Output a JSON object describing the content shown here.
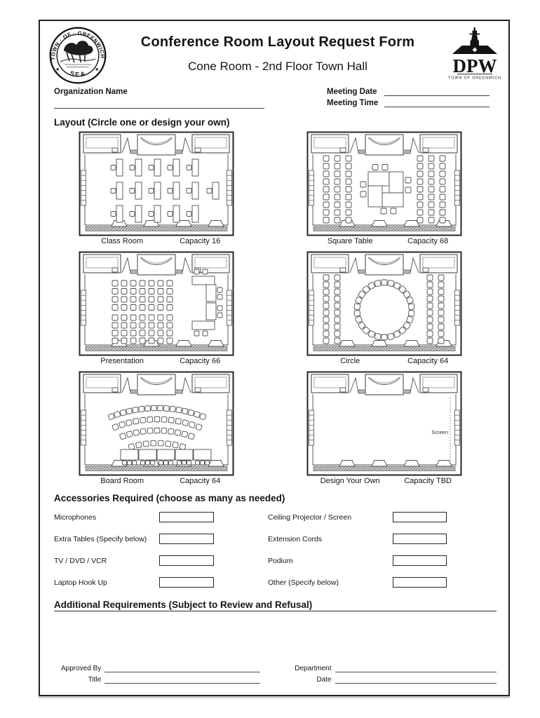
{
  "header": {
    "title": "Conference Room Layout Request Form",
    "subtitle": "Cone Room - 2nd Floor Town Hall",
    "seal": {
      "ring_text": "TOWN · OF · GREENWICH · CONN.",
      "bottom_text": "SEAL"
    },
    "dpw": {
      "acronym": "DPW",
      "caption": "TOWN OF GREENWICH"
    }
  },
  "fields": {
    "organization_name_label": "Organization Name",
    "meeting_date_label": "Meeting Date",
    "meeting_time_label": "Meeting Time"
  },
  "layout_section": {
    "heading": "Layout (Circle one or design your own)",
    "plans": [
      {
        "name": "Class Room",
        "capacity": "Capacity 16",
        "type": "classroom"
      },
      {
        "name": "Square Table",
        "capacity": "Capacity 68",
        "type": "square"
      },
      {
        "name": "Presentation",
        "capacity": "Capacity 66",
        "type": "presentation"
      },
      {
        "name": "Circle",
        "capacity": "Capacity 64",
        "type": "circle"
      },
      {
        "name": "Board Room",
        "capacity": "Capacity 64",
        "type": "boardroom"
      },
      {
        "name": "Design Your Own",
        "capacity": "Capacity TBD",
        "type": "custom",
        "screen_label": "Screen"
      }
    ]
  },
  "accessories": {
    "heading": "Accessories Required (choose as many as needed)",
    "left": [
      "Microphones",
      "Extra Tables (Specify below)",
      "TV / DVD / VCR",
      "Laptop Hook Up"
    ],
    "right": [
      "Ceiling Projector / Screen",
      "Extension Cords",
      "Podium",
      "Other (Specify below)"
    ]
  },
  "additional": {
    "heading": "Additional Requirements (Subject to Review and Refusal)"
  },
  "signatures": {
    "approved_by_label": "Approved By",
    "title_label": "Title",
    "department_label": "Department",
    "date_label": "Date"
  }
}
